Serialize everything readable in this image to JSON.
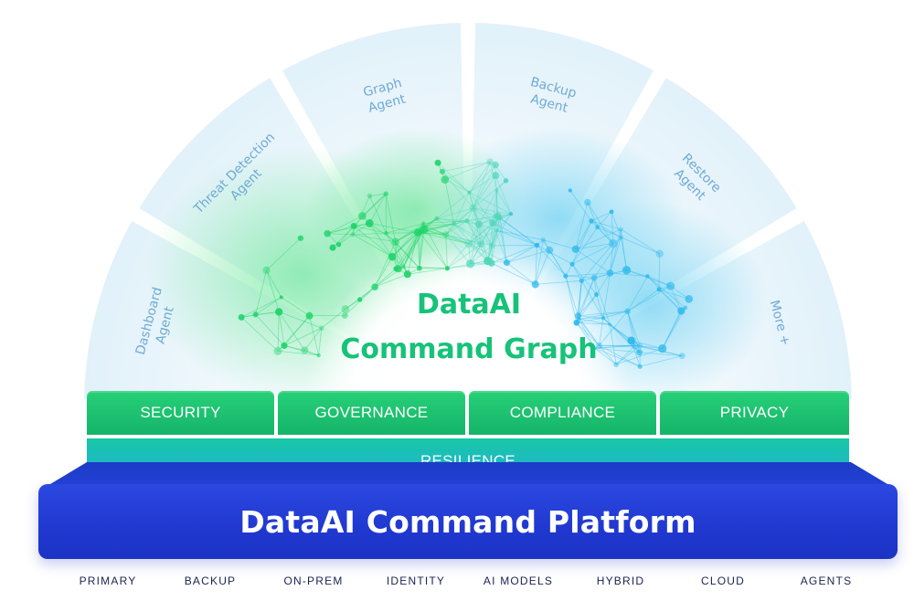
{
  "agents": [
    {
      "line1": "Dashboard",
      "line2": "Agent"
    },
    {
      "line1": "Threat Detection",
      "line2": "Agent"
    },
    {
      "line1": "Graph",
      "line2": "Agent"
    },
    {
      "line1": "Backup",
      "line2": "Agent"
    },
    {
      "line1": "Restore",
      "line2": "Agent"
    },
    {
      "line1": "More +",
      "line2": ""
    }
  ],
  "graph_title": {
    "line1": "DataAI",
    "line2": "Command Graph"
  },
  "pillars": [
    "SECURITY",
    "GOVERNANCE",
    "COMPLIANCE",
    "PRIVACY"
  ],
  "foundation": "RESILIENCE",
  "platform_title": "DataAI Command Platform",
  "data_sources": [
    "PRIMARY",
    "BACKUP",
    "ON-PREM",
    "IDENTITY",
    "AI MODELS",
    "HYBRID",
    "CLOUD",
    "AGENTS"
  ],
  "colors": {
    "pillar_green": "#1fc474",
    "resilience_teal": "#1bbcc4",
    "platform_blue": "#2541d8",
    "title_green": "#17c279",
    "agent_label": "#6fa9d6",
    "arch_fill": "#e8f4fb"
  }
}
